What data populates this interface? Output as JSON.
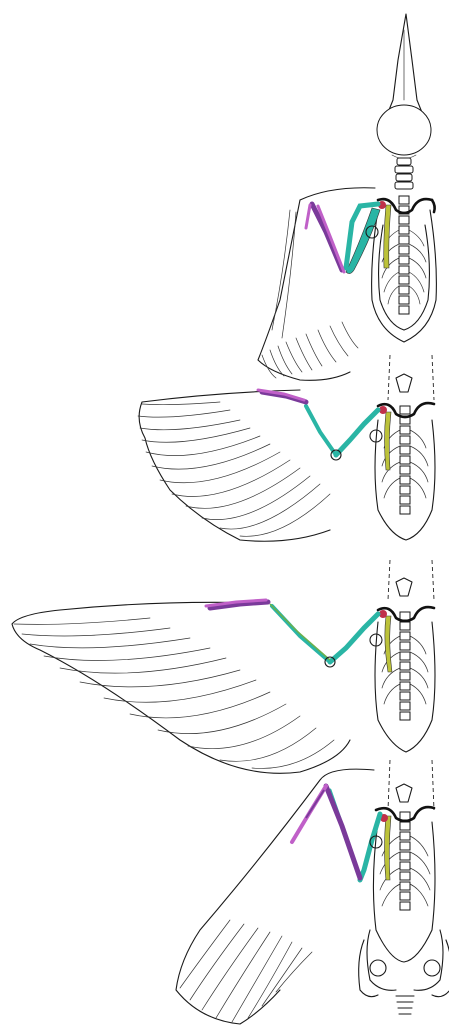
{
  "figure": {
    "panel_count": 4,
    "colors": {
      "hand_bones": "#c060c8",
      "hand_bones_dark": "#7a3a9a",
      "forearm_bones": "#2ab5a5",
      "humerus_stripe": "#bcc23a",
      "shoulder_joint": "#c0304a",
      "outline": "#1a1a1a"
    },
    "panels": [
      {
        "id": "panel-1",
        "wing_phase": "folded-up"
      },
      {
        "id": "panel-2",
        "wing_phase": "half-extended"
      },
      {
        "id": "panel-3",
        "wing_phase": "fully-extended"
      },
      {
        "id": "panel-4",
        "wing_phase": "downstroke"
      }
    ]
  }
}
